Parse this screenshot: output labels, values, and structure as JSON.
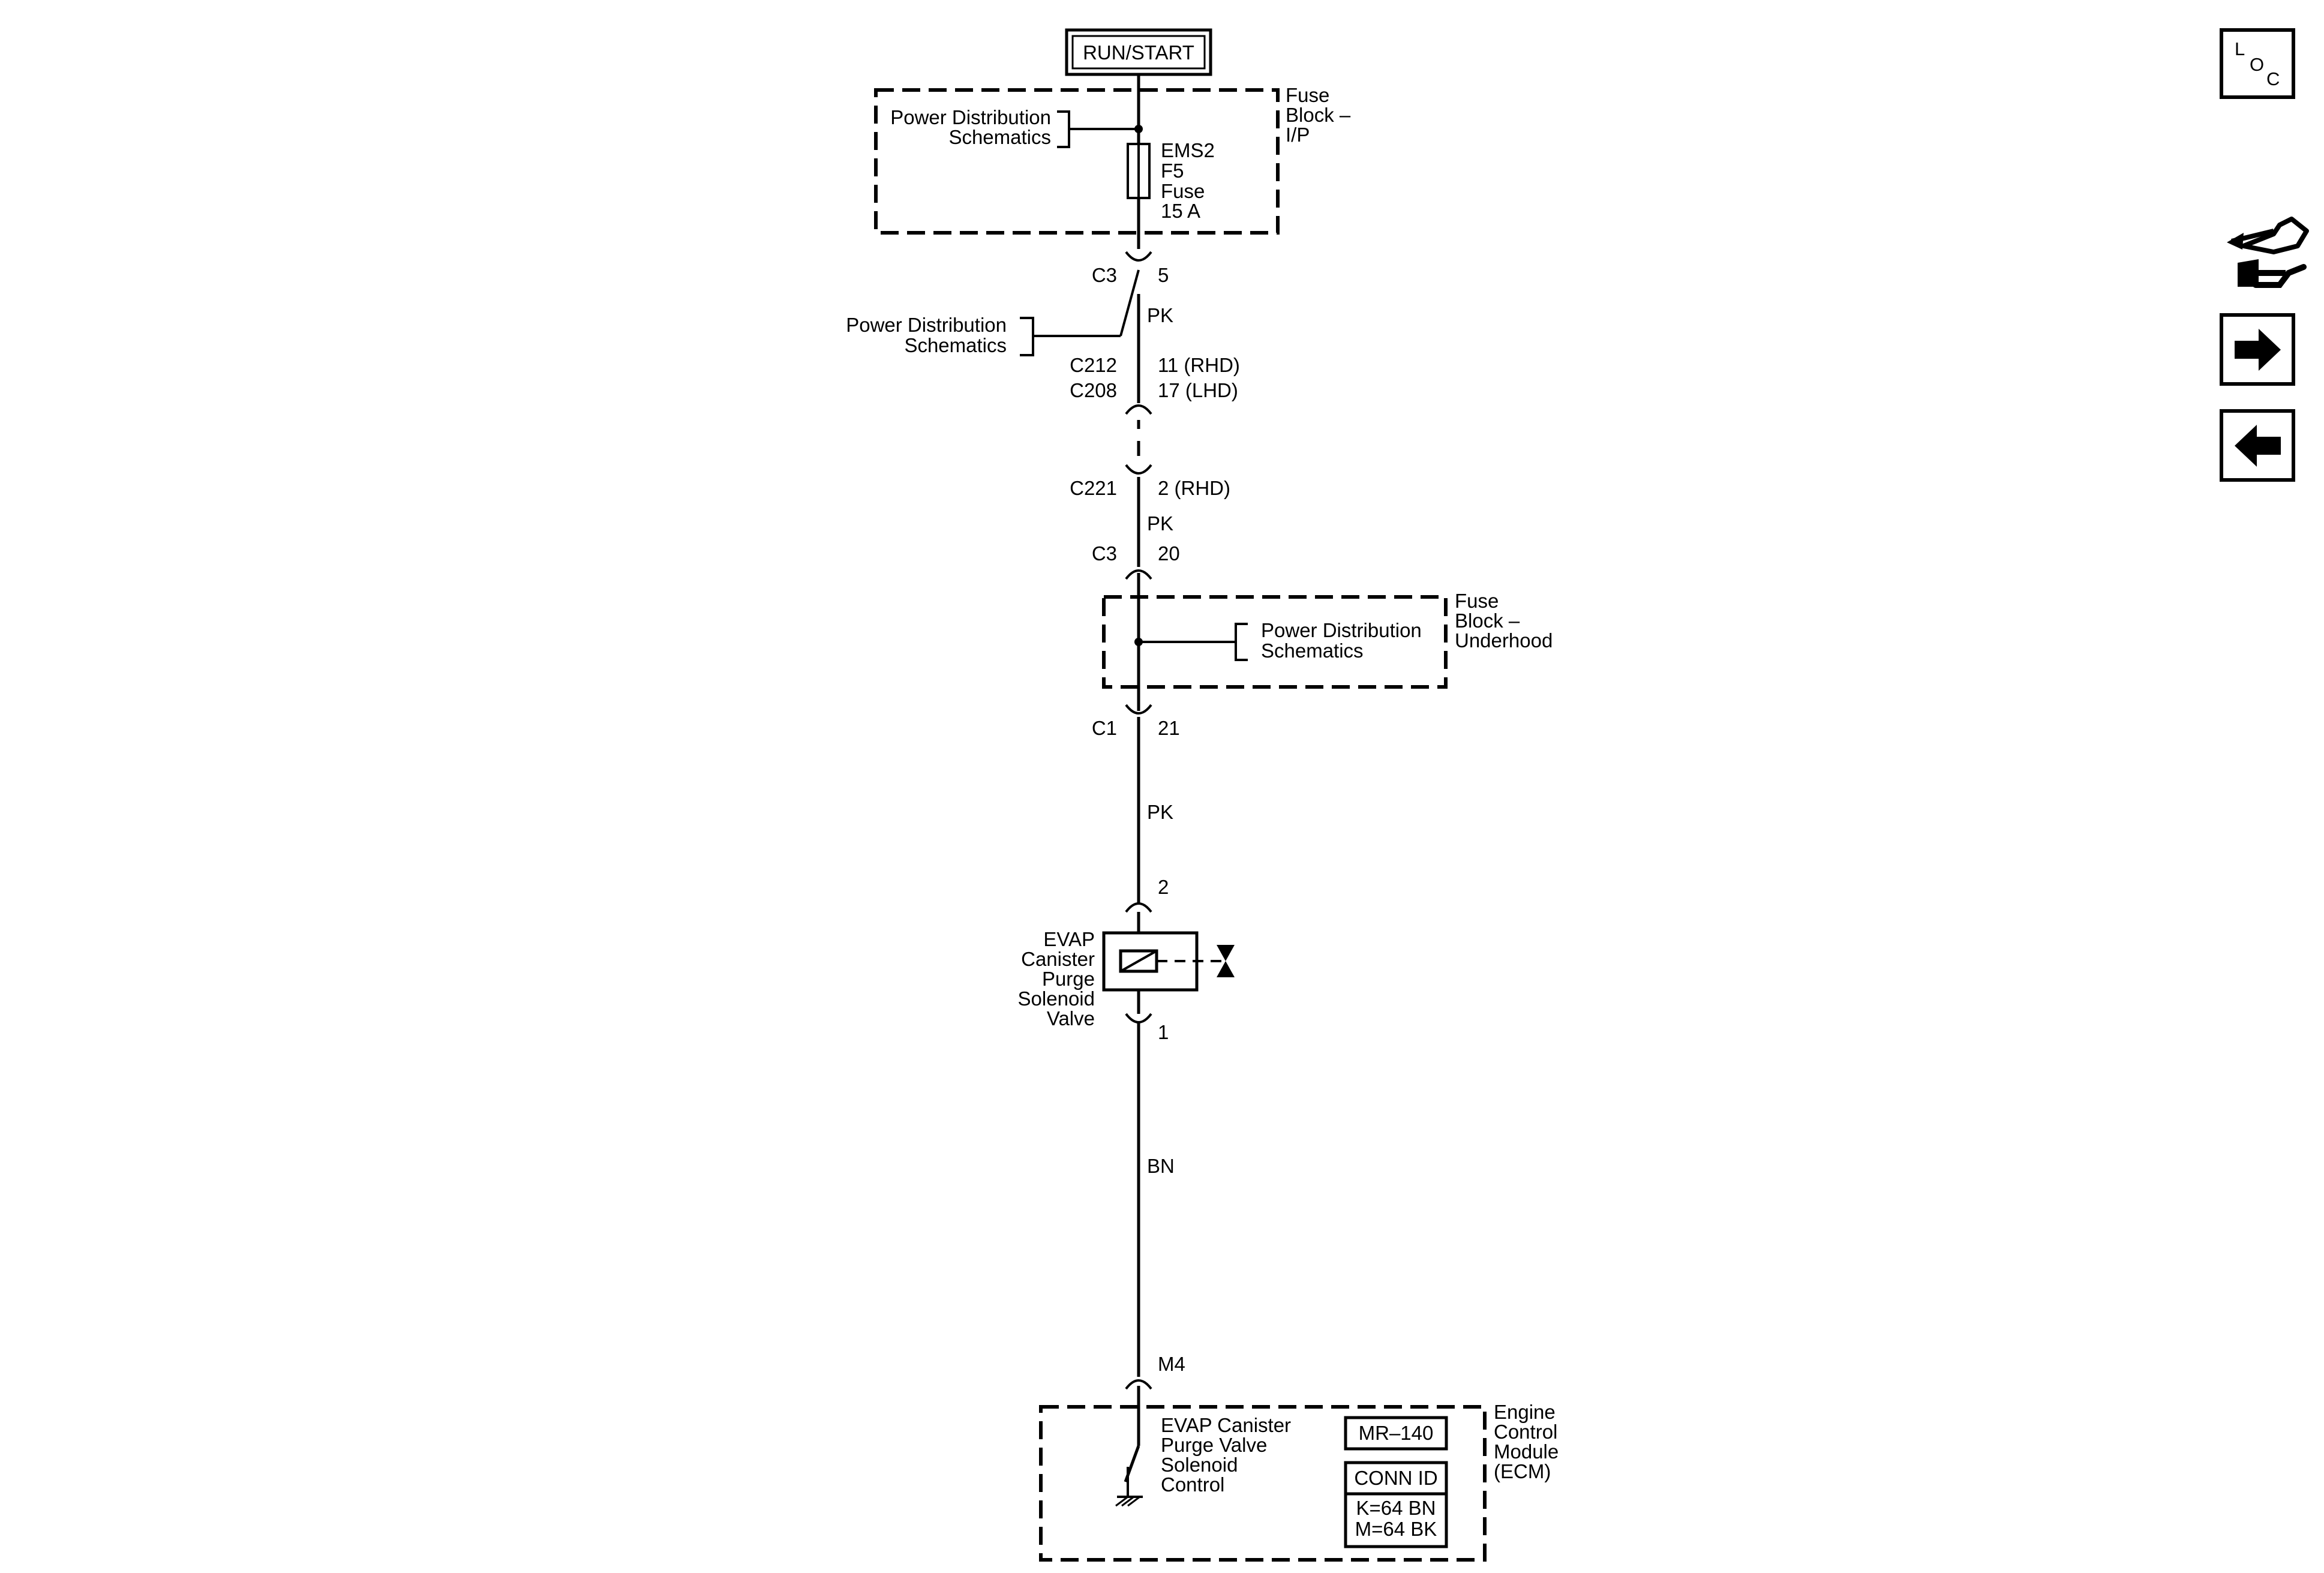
{
  "source": {
    "label": "RUN/START"
  },
  "fuse_block_ip": {
    "name_line1": "Fuse",
    "name_line2": "Block –",
    "name_line3": "I/P",
    "ref_line1": "Power Distribution",
    "ref_line2": "Schematics",
    "fuse_line1": "EMS2",
    "fuse_line2": "F5",
    "fuse_line3": "Fuse",
    "fuse_line4": "15 A"
  },
  "connectors": {
    "c3_top": {
      "name": "C3",
      "pin": "5"
    },
    "wire1_color": "PK",
    "splice_ref_line1": "Power Distribution",
    "splice_ref_line2": "Schematics",
    "c212": {
      "name": "C212",
      "pin": "11 (RHD)"
    },
    "c208": {
      "name": "C208",
      "pin": "17 (LHD)"
    },
    "c221": {
      "name": "C221",
      "pin": "2 (RHD)"
    },
    "wire2_color": "PK",
    "c3_bottom": {
      "name": "C3",
      "pin": "20"
    },
    "c1": {
      "name": "C1",
      "pin": "21"
    },
    "wire3_color": "PK",
    "solenoid_pin_top": "2",
    "solenoid_pin_bottom": "1",
    "wire4_color": "BN",
    "ecm_pin": "M4"
  },
  "fuse_block_underhood": {
    "name_line1": "Fuse",
    "name_line2": "Block –",
    "name_line3": "Underhood",
    "ref_line1": "Power Distribution",
    "ref_line2": "Schematics"
  },
  "solenoid": {
    "line1": "EVAP",
    "line2": "Canister",
    "line3": "Purge",
    "line4": "Solenoid",
    "line5": "Valve"
  },
  "ecm": {
    "name_line1": "Engine",
    "name_line2": "Control",
    "name_line3": "Module",
    "name_line4": "(ECM)",
    "control_line1": "EVAP Canister",
    "control_line2": "Purge Valve",
    "control_line3": "Solenoid",
    "control_line4": "Control",
    "part_number": "MR–140",
    "conn_id_title": "CONN ID",
    "conn_id_line1": "K=64 BN",
    "conn_id_line2": "M=64 BK"
  },
  "nav": {
    "loc_l": "L",
    "loc_o": "O",
    "loc_c": "C",
    "icons": [
      "loc-icon",
      "connector-swap-icon",
      "arrow-right-icon",
      "arrow-left-icon"
    ]
  }
}
